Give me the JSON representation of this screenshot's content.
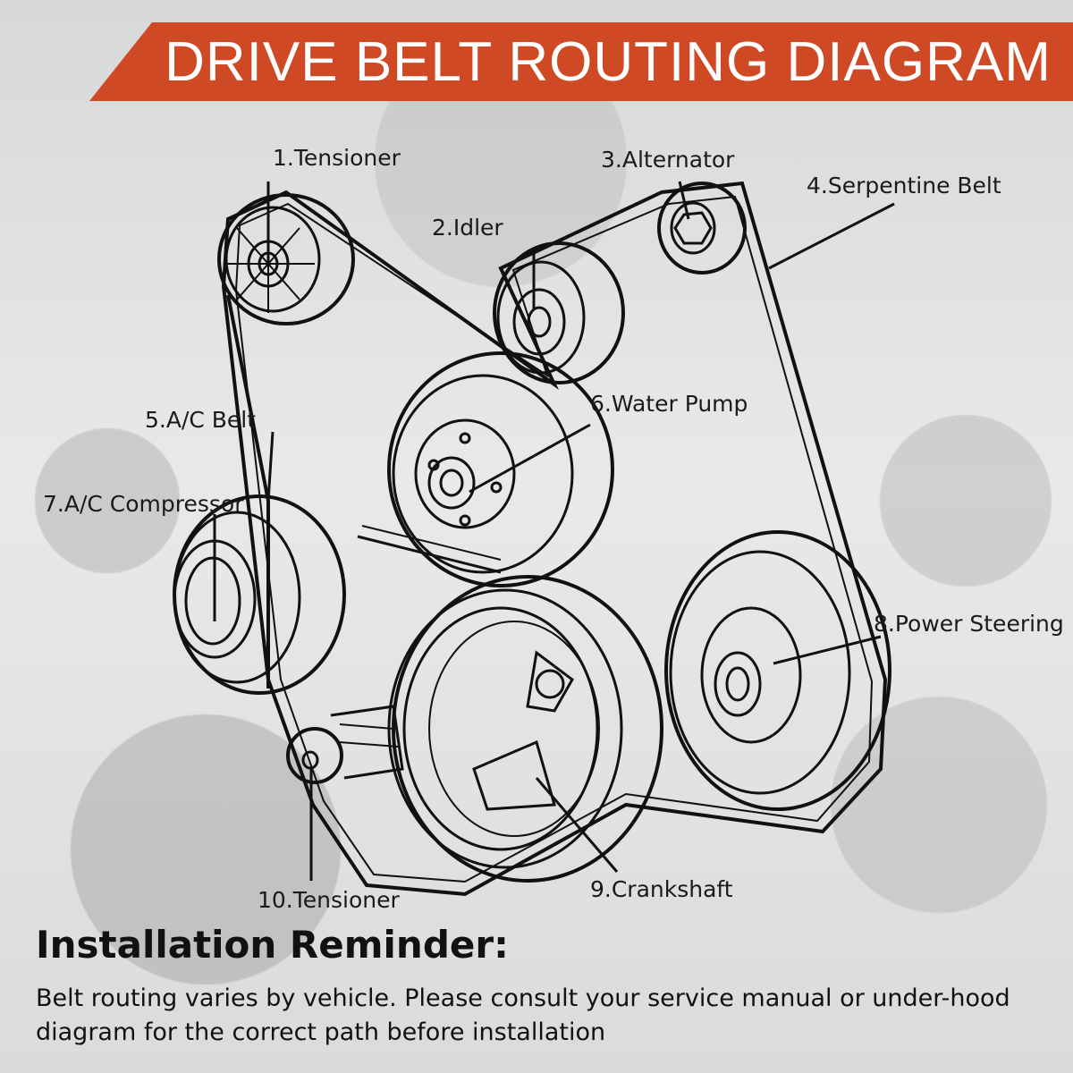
{
  "title": "DRIVE BELT ROUTING DIAGRAM",
  "colors": {
    "banner": "#cf4a24",
    "line": "#111111",
    "text": "#1a1a1a"
  },
  "labels": [
    {
      "id": "tensioner-top",
      "text": "1.Tensioner"
    },
    {
      "id": "idler",
      "text": "2.Idler"
    },
    {
      "id": "alternator",
      "text": "3.Alternator"
    },
    {
      "id": "serpentine-belt",
      "text": "4.Serpentine Belt"
    },
    {
      "id": "ac-belt",
      "text": "5.A/C Belt"
    },
    {
      "id": "water-pump",
      "text": "6.Water Pump"
    },
    {
      "id": "ac-compressor",
      "text": "7.A/C Compressor"
    },
    {
      "id": "power-steering",
      "text": "8.Power Steering"
    },
    {
      "id": "crankshaft",
      "text": "9.Crankshaft"
    },
    {
      "id": "tensioner-bottom",
      "text": "10.Tensioner"
    }
  ],
  "reminder": {
    "title": "Installation Reminder:",
    "body": "Belt routing varies by vehicle. Please consult your service manual or under-hood diagram for the correct path before installation"
  }
}
